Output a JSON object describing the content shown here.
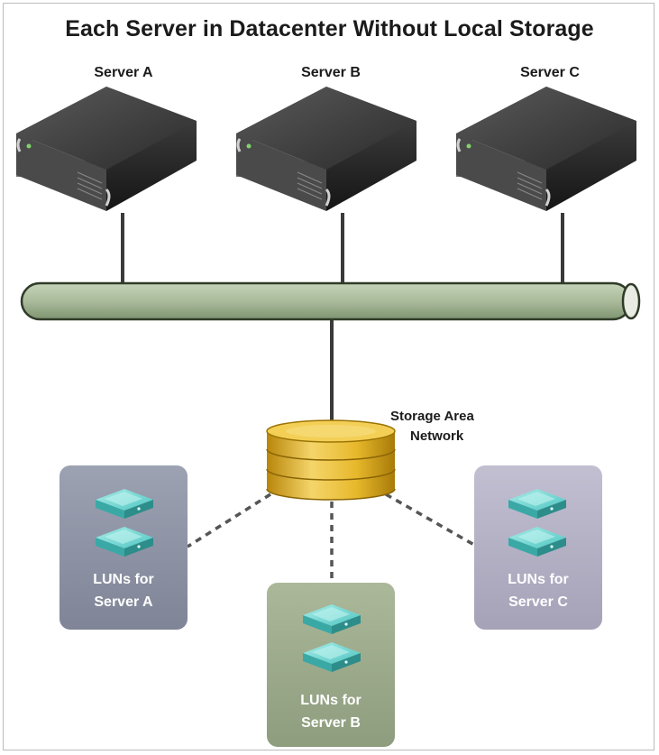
{
  "title": "Each Server in Datacenter Without Local Storage",
  "servers": [
    {
      "label": "Server A"
    },
    {
      "label": "Server B"
    },
    {
      "label": "Server C"
    }
  ],
  "san": {
    "label_line1": "Storage Area",
    "label_line2": "Network"
  },
  "luns": [
    {
      "line1": "LUNs for",
      "line2": "Server A"
    },
    {
      "line1": "LUNs for",
      "line2": "Server B"
    },
    {
      "line1": "LUNs for",
      "line2": "Server C"
    }
  ],
  "colors": {
    "network_bus": "#a9bb9b",
    "lun_a_box": "#8f95a6",
    "lun_b_box": "#9fad8e",
    "lun_c_box": "#b4b1c4",
    "san_gold": "#e7b82b",
    "disk_teal": "#4fc6c2"
  }
}
